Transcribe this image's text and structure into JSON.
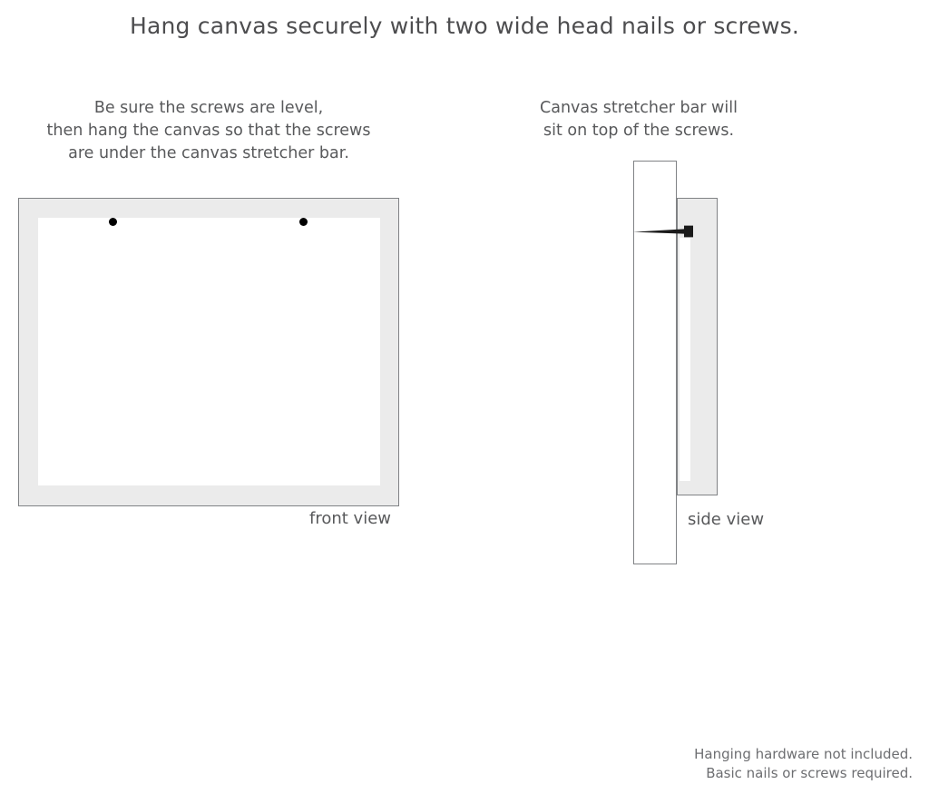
{
  "title": "Hang canvas securely with two wide head nails or screws.",
  "captions": {
    "left": {
      "line1": "Be sure the screws are level,",
      "line2": "then hang the canvas so that the screws",
      "line3": "are under the canvas stretcher bar."
    },
    "right": {
      "line1": "Canvas stretcher bar will",
      "line2": "sit on top of the screws."
    }
  },
  "diagrams": {
    "front": {
      "label": "front view",
      "frame_color": "#ebebeb",
      "frame_border_color": "#808285",
      "inner_color": "#ffffff",
      "screw_color": "#000000",
      "screw_count": 2
    },
    "side": {
      "label": "side view",
      "wall_color": "#ffffff",
      "wall_border_color": "#808285",
      "canvas_color": "#ebebeb",
      "canvas_inner_color": "#ffffff",
      "screw_color": "#1a1a1a"
    }
  },
  "footer": {
    "line1": "Hanging hardware not included.",
    "line2": "Basic nails or screws required."
  }
}
